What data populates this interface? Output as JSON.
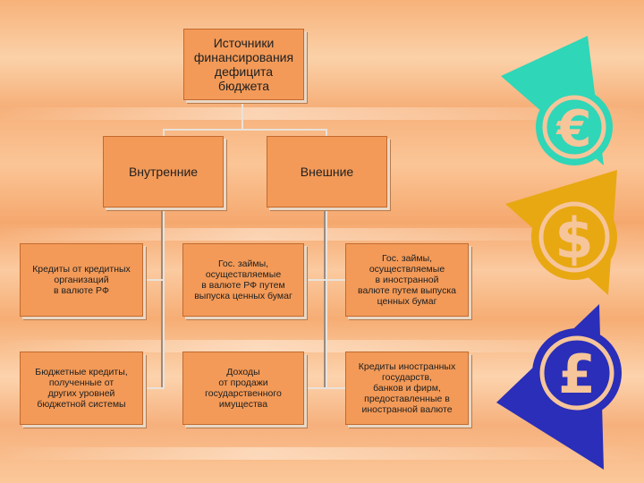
{
  "diagram": {
    "root": "Источники\nфинансирования\nдефицита\nбюджета",
    "branches": [
      {
        "label": "Внутренние",
        "items": [
          "Кредиты от кредитных\nорганизаций\nв валюте РФ",
          "Бюджетные кредиты,\nполученные от\nдругих уровней\nбюджетной системы"
        ]
      },
      {
        "label": "Внешние",
        "items": [
          "Гос. займы,\nосуществляемые\nв валюте РФ путем\nвыпуска ценных бумаг",
          "Доходы\nот продажи\nгосударственного\nимущества"
        ]
      }
    ],
    "extra_items": [
      "Гос. займы,\nосуществляемые\nв иностранной\nвалюте путем выпуска\nценных бумаг",
      "Кредиты иностранных\nгосударств,\nбанков и фирм,\nпредоставленные в\nиностранной валюте"
    ]
  },
  "currency_icons": [
    {
      "name": "euro-icon",
      "symbol": "€",
      "color": "#2fd6b8"
    },
    {
      "name": "dollar-icon",
      "symbol": "$",
      "color": "#e8a812"
    },
    {
      "name": "pound-icon",
      "symbol": "£",
      "color": "#2a2eb8"
    }
  ],
  "colors": {
    "box_fill": "#f39a58",
    "box_border": "#c26a2e"
  }
}
